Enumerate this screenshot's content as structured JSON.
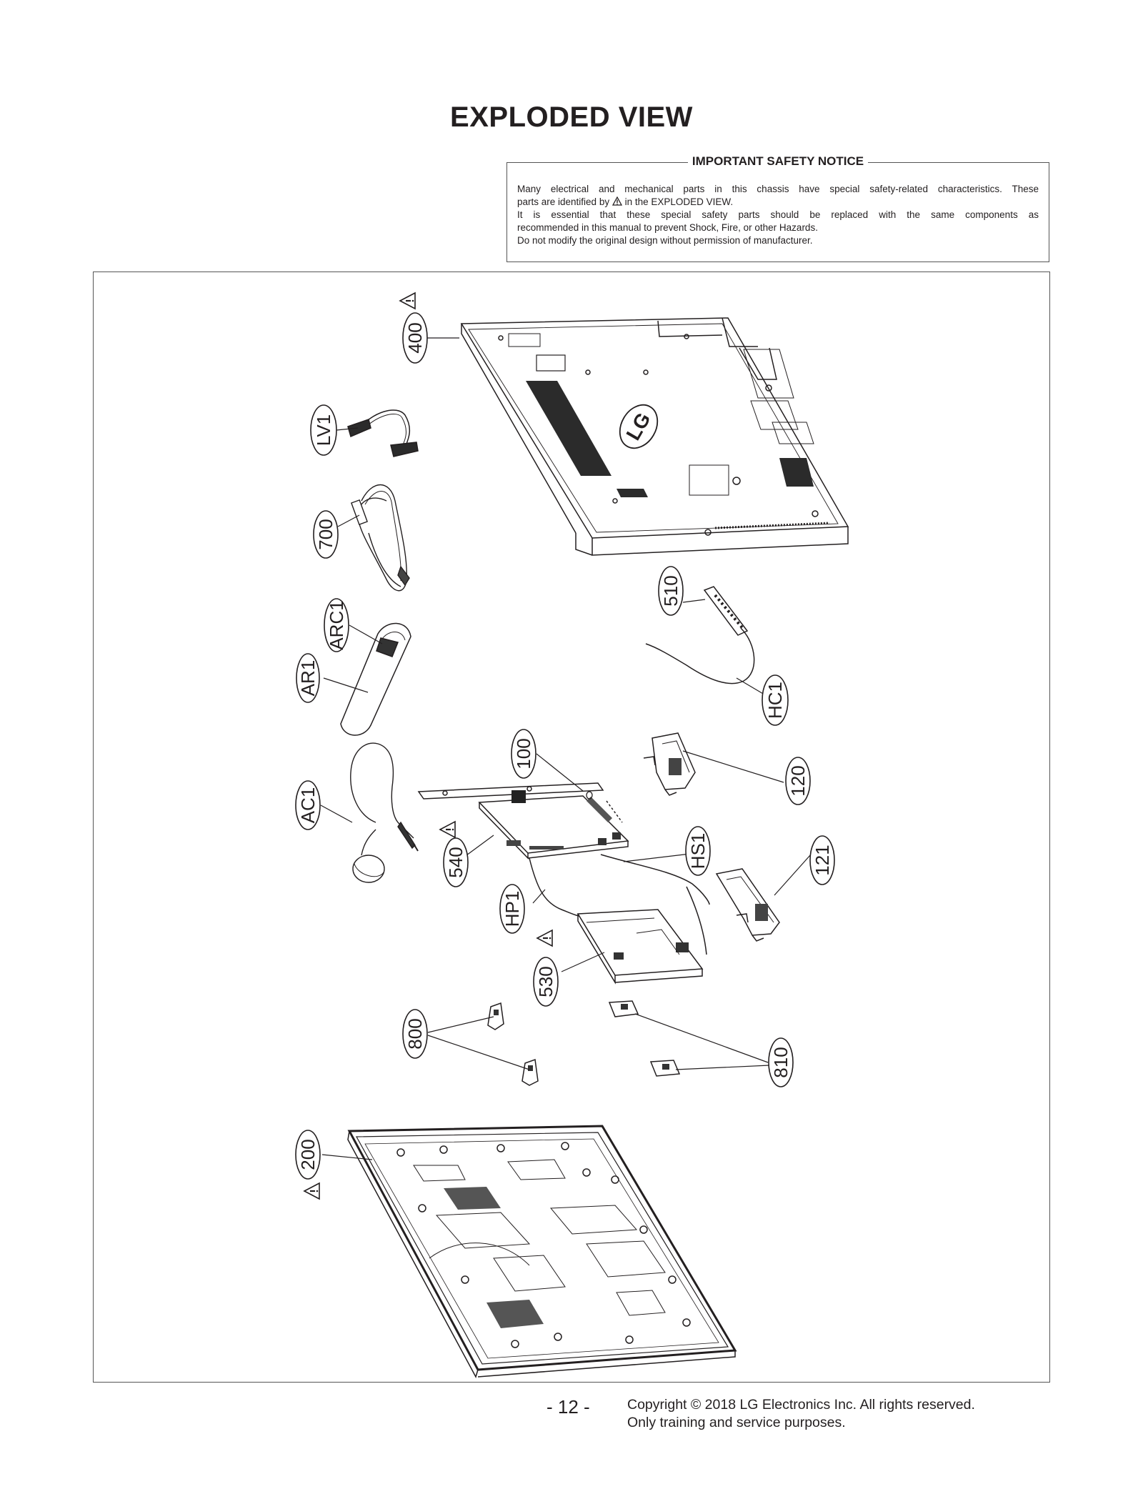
{
  "page_title": "EXPLODED VIEW",
  "notice": {
    "title": "IMPORTANT SAFETY NOTICE",
    "line1": "Many electrical and mechanical parts in this chassis have special safety-related characteristics. These",
    "line2a": "parts are identified by",
    "line2b": "in the EXPLODED VIEW.",
    "line3": "It is essential that these special safety parts should be replaced with the same components as",
    "line4": "recommended in this manual to prevent Shock, Fire, or other Hazards.",
    "line5": "Do not modify the original design without permission of manufacturer."
  },
  "part_labels": {
    "p400": "400",
    "lv1": "LV1",
    "p700": "700",
    "arc1": "ARC1",
    "ar1": "AR1",
    "p510": "510",
    "hc1": "HC1",
    "p100": "100",
    "p120": "120",
    "ac1": "AC1",
    "p540": "540",
    "hs1": "HS1",
    "p121": "121",
    "hp1": "HP1",
    "p530": "530",
    "p800": "800",
    "p810": "810",
    "p200": "200"
  },
  "logo_text": "LG",
  "footer": {
    "page_number": "- 12 -",
    "copyright_line1": "Copyright © 2018 LG Electronics Inc. All rights reserved.",
    "copyright_line2": "Only training and service purposes."
  }
}
